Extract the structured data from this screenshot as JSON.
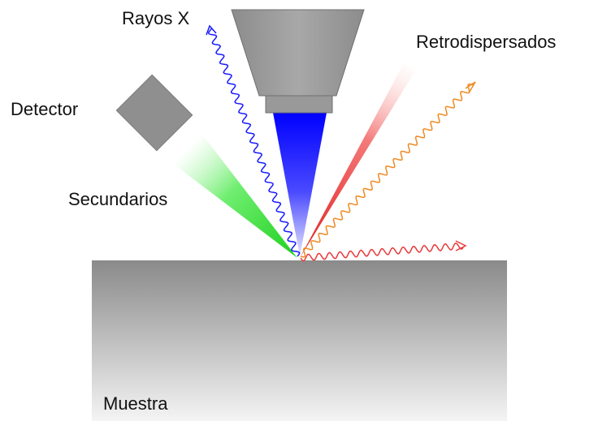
{
  "labels": {
    "xrays": "Rayos X",
    "backscattered": "Retrodispersados",
    "detector": "Detector",
    "secondary": "Secundarios",
    "sample": "Muestra"
  },
  "colors": {
    "xray_wave": "#1a1aff",
    "orange_wave": "#f08a24",
    "red_wave": "#e83a3a",
    "beam": "#0000ff",
    "secondary_cone": "#39e639",
    "backscatter_cone": "#f03030",
    "lens_gray": "#9a9a9a",
    "detector_gray": "#8f8f8f",
    "sample_top": "#8a8a8a",
    "sample_bottom": "#f4f4f4"
  }
}
